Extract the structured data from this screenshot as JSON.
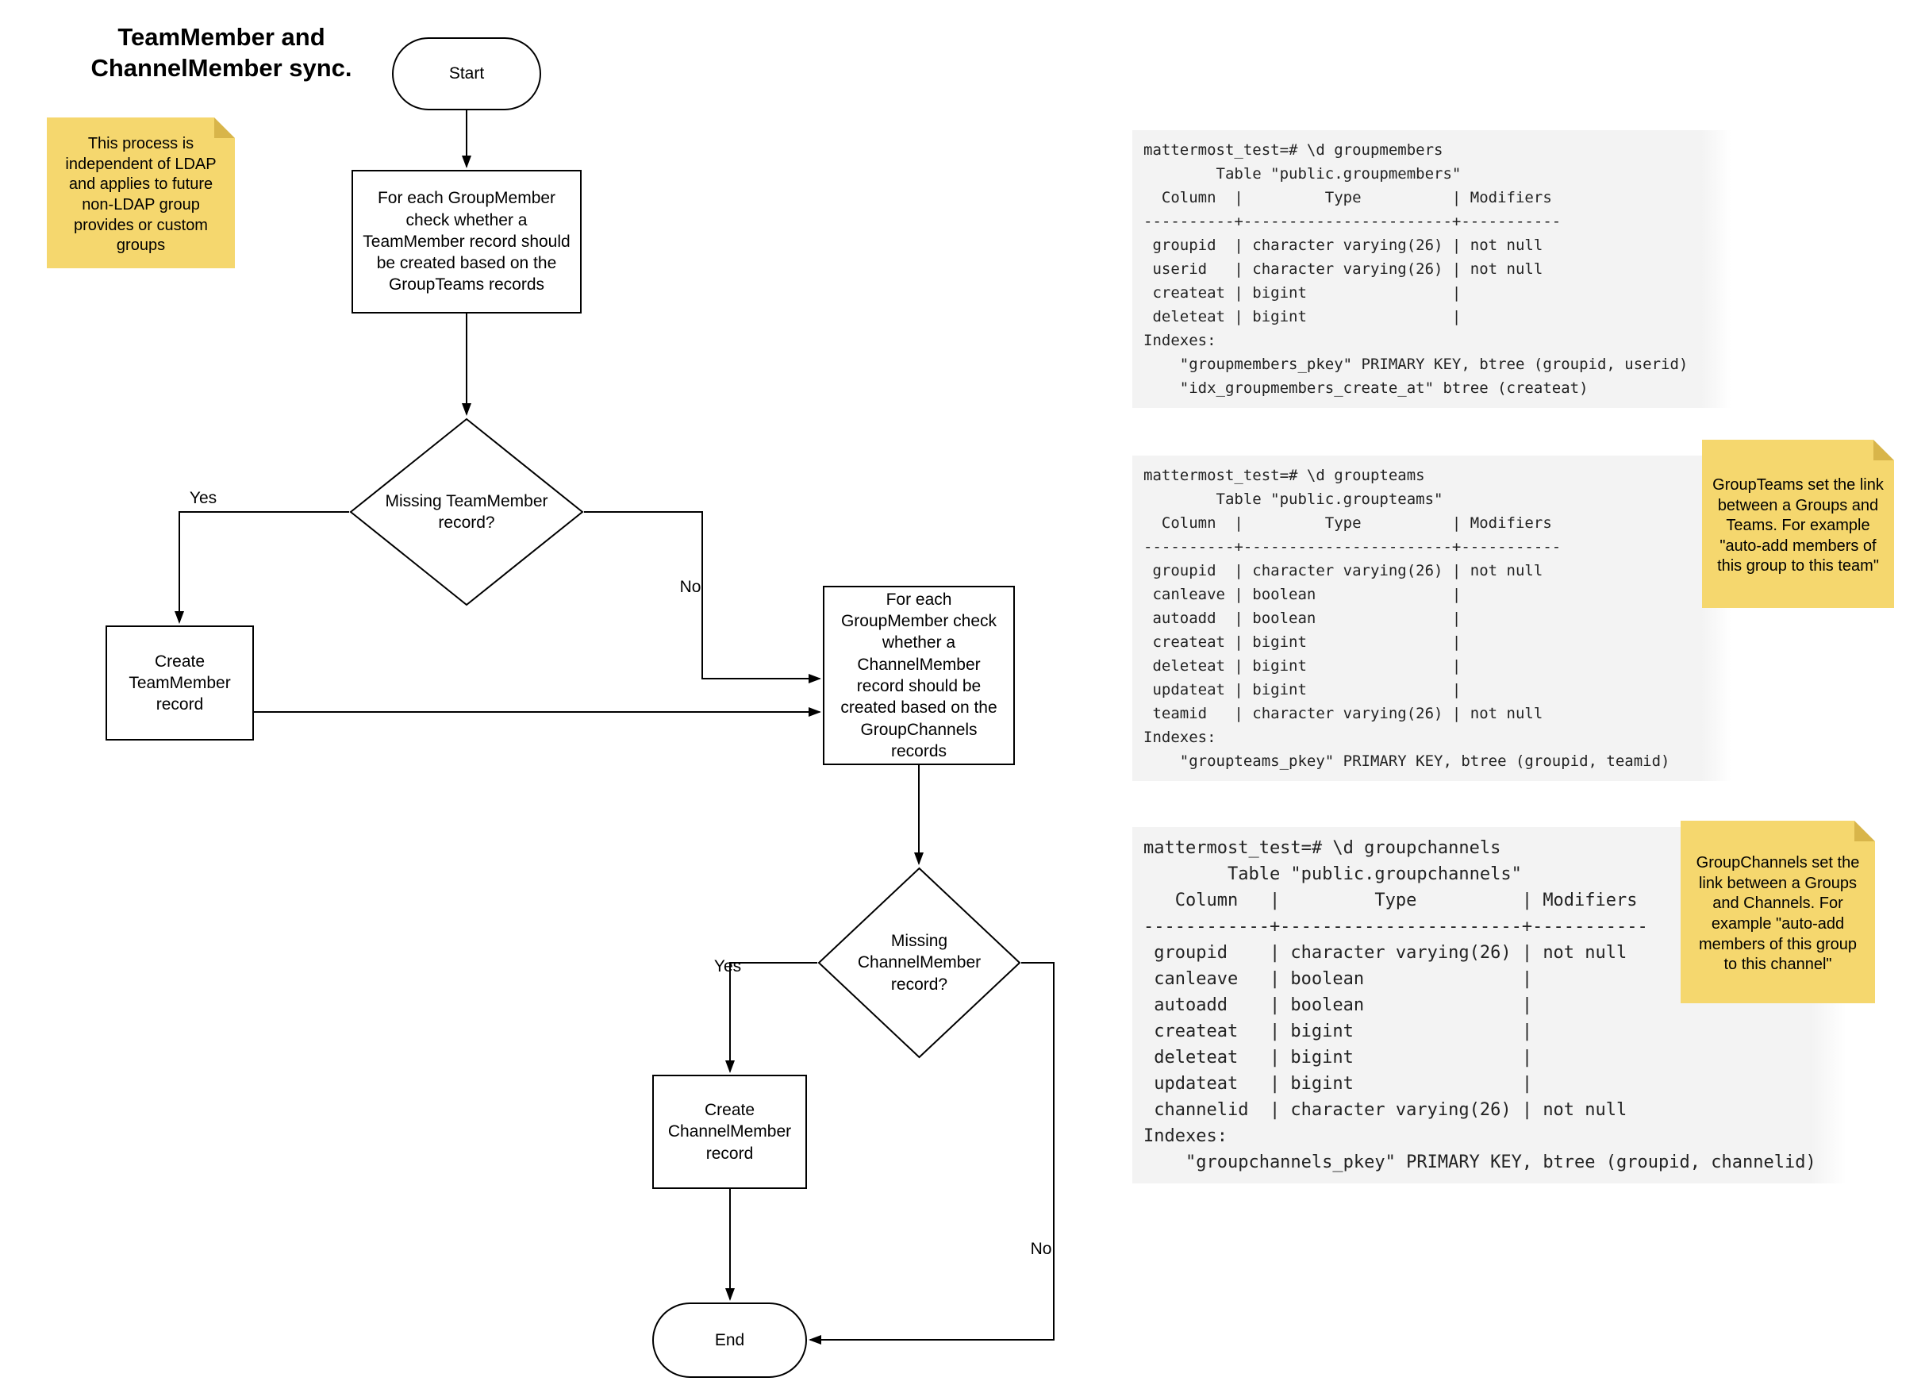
{
  "title": "TeamMember and\nChannelMember sync.",
  "sticky_notes": {
    "ldap": "This process is independent of LDAP and applies to future non-LDAP group provides or custom groups",
    "groupteams": "GroupTeams set the link between a Groups and Teams. For example \"auto-add members of this group to this team\"",
    "groupchannels": "GroupChannels set the link between a Groups and Channels. For example \"auto-add members of this group to this channel\""
  },
  "flowchart": {
    "start_label": "Start",
    "process_teammember": "For each GroupMember check whether a TeamMember record should be created based on the GroupTeams records",
    "decision_teammember": "Missing TeamMember record?",
    "create_teammember": "Create TeamMember record",
    "process_channelmember": "For each GroupMember check whether a ChannelMember record should be created based on the GroupChannels records",
    "decision_channelmember": "Missing ChannelMember record?",
    "create_channelmember": "Create ChannelMember record",
    "end_label": "End",
    "branch_labels": {
      "decision1_yes": "Yes",
      "decision1_no": "No",
      "decision2_yes": "Yes",
      "decision2_no": "No"
    }
  },
  "terminal_outputs": {
    "groupmembers": {
      "lines": [
        "mattermost_test=# \\d groupmembers",
        "        Table \"public.groupmembers\"",
        "  Column  |         Type          | Modifiers",
        "----------+-----------------------+-----------",
        " groupid  | character varying(26) | not null",
        " userid   | character varying(26) | not null",
        " createat | bigint                |",
        " deleteat | bigint                |",
        "Indexes:",
        "    \"groupmembers_pkey\" PRIMARY KEY, btree (groupid, userid)",
        "    \"idx_groupmembers_create_at\" btree (createat)"
      ]
    },
    "groupteams": {
      "lines": [
        "mattermost_test=# \\d groupteams",
        "        Table \"public.groupteams\"",
        "  Column  |         Type          | Modifiers",
        "----------+-----------------------+-----------",
        " groupid  | character varying(26) | not null",
        " canleave | boolean               |",
        " autoadd  | boolean               |",
        " createat | bigint                |",
        " deleteat | bigint                |",
        " updateat | bigint                |",
        " teamid   | character varying(26) | not null",
        "Indexes:",
        "    \"groupteams_pkey\" PRIMARY KEY, btree (groupid, teamid)"
      ]
    },
    "groupchannels": {
      "lines": [
        "mattermost_test=# \\d groupchannels",
        "        Table \"public.groupchannels\"",
        "   Column   |         Type          | Modifiers",
        "------------+-----------------------+-----------",
        " groupid    | character varying(26) | not null",
        " canleave   | boolean               |",
        " autoadd    | boolean               |",
        " createat   | bigint                |",
        " deleteat   | bigint                |",
        " updateat   | bigint                |",
        " channelid  | character varying(26) | not null",
        "Indexes:",
        "    \"groupchannels_pkey\" PRIMARY KEY, btree (groupid, channelid)"
      ]
    }
  },
  "colors": {
    "note_bg": "#F5D76E",
    "note_fold": "#D8B54A",
    "code_bg": "#F3F3F3",
    "stroke": "#000000"
  }
}
